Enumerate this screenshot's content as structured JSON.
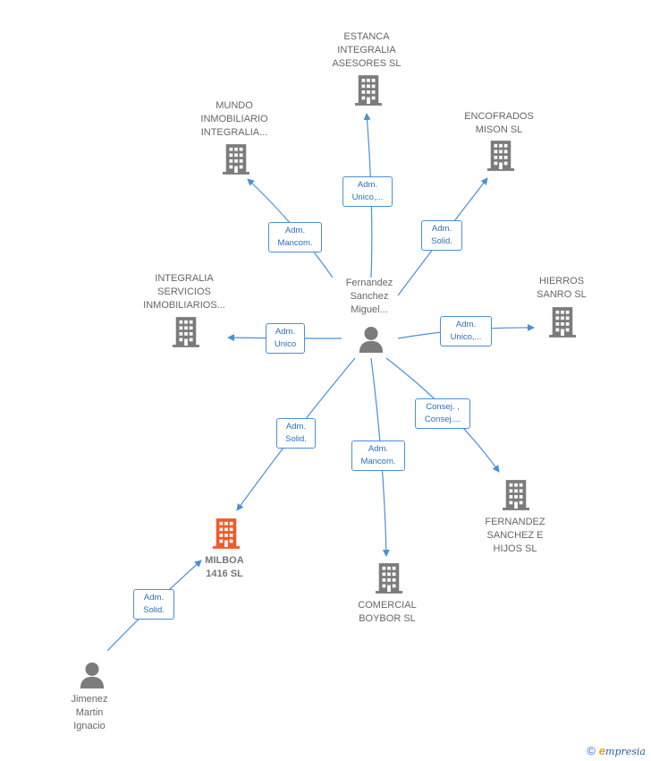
{
  "colors": {
    "edge": "#4a90d9",
    "company": "#7b7b7b",
    "company_focus": "#f05a28",
    "person": "#7b7b7b"
  },
  "nodes": {
    "fernandez": {
      "label": "Fernandez\nSanchez\nMiguel...",
      "icon": "person-icon"
    },
    "estanca": {
      "label": "ESTANCA\nINTEGRALIA\nASESORES  SL",
      "icon": "building-icon"
    },
    "mundo": {
      "label": "MUNDO\nINMOBILIARIO\nINTEGRALIA...",
      "icon": "building-icon"
    },
    "encofrados": {
      "label": "ENCOFRADOS\nMISON  SL",
      "icon": "building-icon"
    },
    "integralia": {
      "label": "INTEGRALIA\nSERVICIOS\nINMOBILIARIOS...",
      "icon": "building-icon"
    },
    "hierros": {
      "label": "HIERROS\nSANRO  SL",
      "icon": "building-icon"
    },
    "milboa": {
      "label": "MILBOA\n1416  SL",
      "icon": "building-icon"
    },
    "comercial": {
      "label": "COMERCIAL\nBOYBOR SL",
      "icon": "building-icon"
    },
    "fernandez_hijos": {
      "label": "FERNANDEZ\nSANCHEZ E\nHIJOS SL",
      "icon": "building-icon"
    },
    "jimenez": {
      "label": "Jimenez\nMartin\nIgnacio",
      "icon": "person-icon"
    }
  },
  "relations": {
    "estanca": "Adm.\nUnico,...",
    "mundo": "Adm.\nMancom.",
    "encofrados": "Adm.\nSolid.",
    "integralia": "Adm.\nUnico",
    "hierros": "Adm.\nUnico,...",
    "milboa": "Adm.\nSolid.",
    "comercial": "Adm.\nMancom.",
    "fernandez_hijos": "Consej. ,\nConsej....",
    "jimenez_milboa": "Adm.\nSolid."
  },
  "brand": {
    "copyright": "©",
    "e": "e",
    "rest": "mpresia"
  }
}
